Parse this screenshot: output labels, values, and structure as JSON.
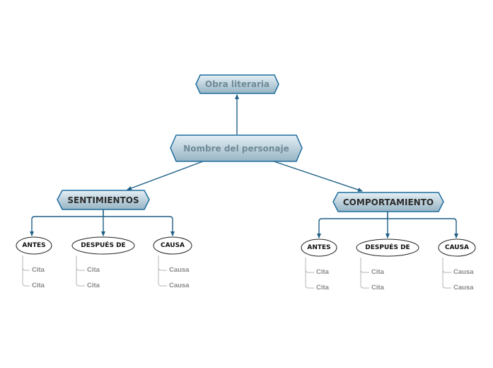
{
  "colors": {
    "node_fill_top": "#dbe9f0",
    "node_fill_bottom": "#9ab7c6",
    "node_border": "#1d6d9e",
    "connector": "#1f5f86",
    "leaf_line": "#b4b4b4"
  },
  "nodes": {
    "obra": "Obra literaria",
    "personaje": "Nombre del personaje",
    "sentimientos": {
      "label": "SENTIMIENTOS",
      "antes": {
        "label": "ANTES",
        "items": [
          "Cita",
          "Cita"
        ]
      },
      "despues": {
        "label": "DESPUÉS DE",
        "items": [
          "Cita",
          "Cita"
        ]
      },
      "causa": {
        "label": "CAUSA",
        "items": [
          "Causa",
          "Causa"
        ]
      }
    },
    "comportamiento": {
      "label": "COMPORTAMIENTO",
      "antes": {
        "label": "ANTES",
        "items": [
          "Cita",
          "Cita"
        ]
      },
      "despues": {
        "label": "DESPUÉS DE",
        "items": [
          "Cita",
          "Cita"
        ]
      },
      "causa": {
        "label": "CAUSA",
        "items": [
          "Causa",
          "Causa"
        ]
      }
    }
  }
}
